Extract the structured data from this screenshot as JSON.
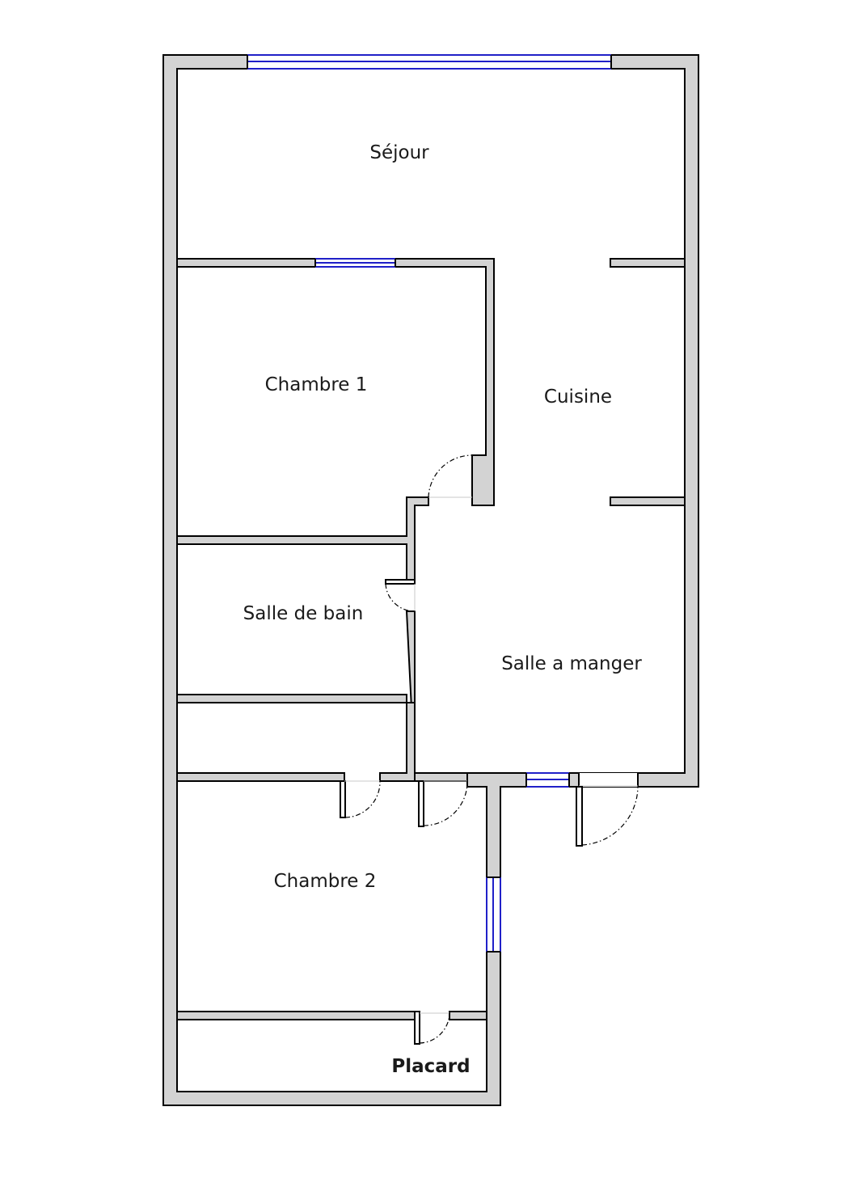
{
  "plan": {
    "rooms": [
      {
        "id": "sejour",
        "label": "Séjour"
      },
      {
        "id": "chambre1",
        "label": "Chambre 1"
      },
      {
        "id": "cuisine",
        "label": "Cuisine"
      },
      {
        "id": "salle_de_bain",
        "label": "Salle de bain"
      },
      {
        "id": "salle_a_manger",
        "label": "Salle a manger"
      },
      {
        "id": "chambre2",
        "label": "Chambre 2"
      },
      {
        "id": "placard",
        "label": "Placard"
      }
    ],
    "colors": {
      "wall": "#d3d3d3",
      "wall_outline": "#000000",
      "window": "#2020c8",
      "background": "#ffffff"
    }
  }
}
